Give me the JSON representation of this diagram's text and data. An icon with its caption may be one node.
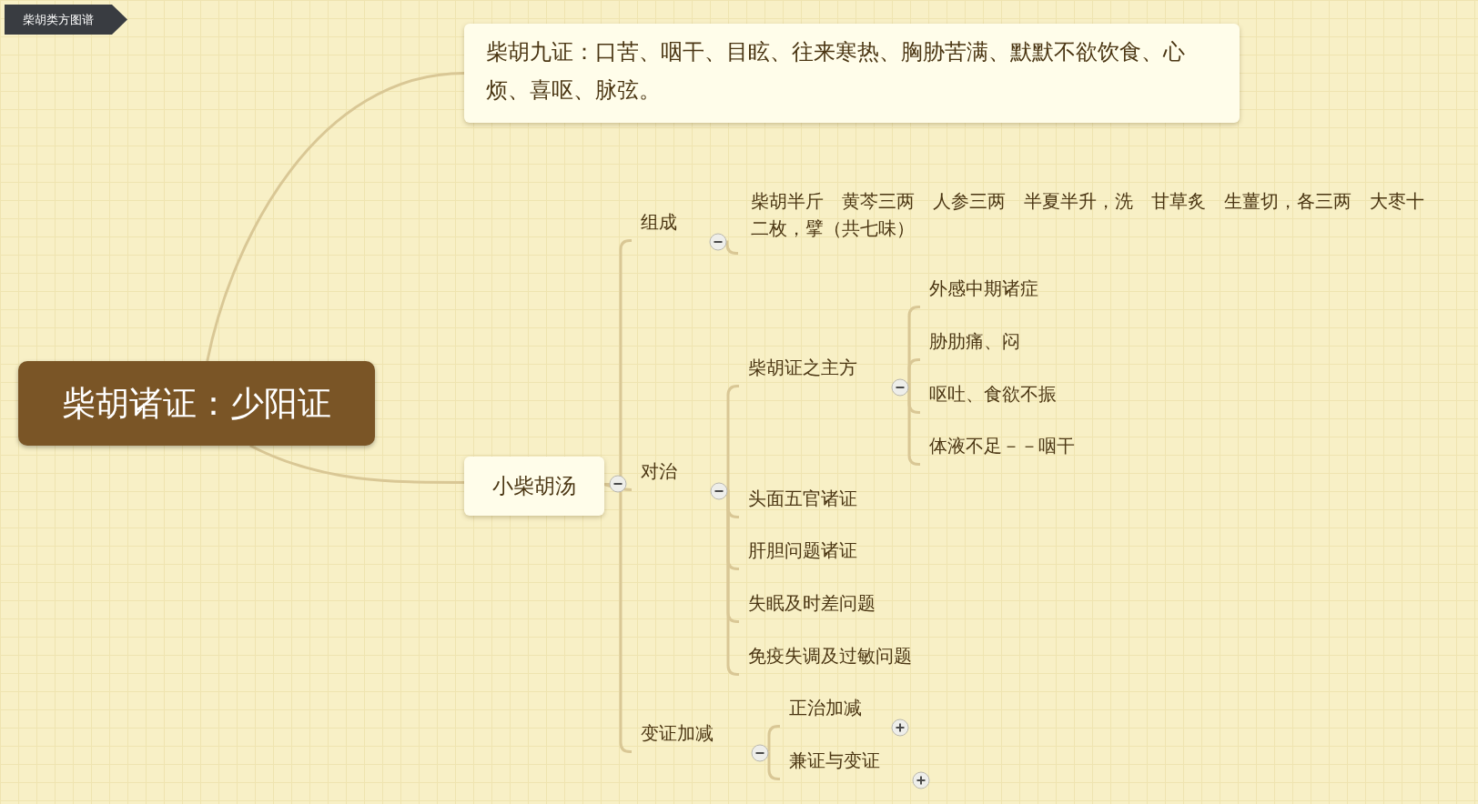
{
  "diagram": {
    "title": "柴胡类方图谱",
    "nodes": [
      {
        "text": [
          "柴胡诸证：少阳证"
        ]
      },
      {
        "text": [
          "柴胡九证：口苦、咽干、目眩、往来寒热、胸胁苦满、默默不欲饮食、心烦、喜呕、脉弦。"
        ]
      },
      {
        "text": [
          "小柴胡汤"
        ]
      },
      {
        "text": [
          "组成"
        ]
      },
      {
        "text": [
          "柴胡半斤　黄芩三两　人参三两　半夏半升，洗　甘草炙　生薑切，各三两　大枣十二枚，擘（共七味）"
        ]
      },
      {
        "text": [
          "对治"
        ]
      },
      {
        "text": [
          "柴胡证之主方"
        ]
      },
      {
        "text": [
          "外感中期诸症"
        ]
      },
      {
        "text": [
          "胁肋痛、闷"
        ]
      },
      {
        "text": [
          "呕吐、食欲不振"
        ]
      },
      {
        "text": [
          "体液不足－－咽干"
        ]
      },
      {
        "text": [
          "头面五官诸证"
        ]
      },
      {
        "text": [
          "肝胆问题诸证"
        ]
      },
      {
        "text": [
          "失眠及时差问题"
        ]
      },
      {
        "text": [
          "免疫失调及过敏问题"
        ]
      },
      {
        "text": [
          "变证加减"
        ]
      },
      {
        "text": [
          "正治加减"
        ]
      },
      {
        "text": [
          "兼证与变证"
        ]
      }
    ],
    "edges": [
      {
        "from": 0,
        "to": 1,
        "arrow": "none"
      },
      {
        "from": 0,
        "to": 2,
        "arrow": "none"
      },
      {
        "from": 2,
        "to": 3,
        "arrow": "none"
      },
      {
        "from": 3,
        "to": 4,
        "arrow": "none"
      },
      {
        "from": 2,
        "to": 5,
        "arrow": "none"
      },
      {
        "from": 5,
        "to": 6,
        "arrow": "none"
      },
      {
        "from": 6,
        "to": 7,
        "arrow": "none"
      },
      {
        "from": 6,
        "to": 8,
        "arrow": "none"
      },
      {
        "from": 6,
        "to": 9,
        "arrow": "none"
      },
      {
        "from": 6,
        "to": 10,
        "arrow": "none"
      },
      {
        "from": 5,
        "to": 11,
        "arrow": "none"
      },
      {
        "from": 5,
        "to": 12,
        "arrow": "none"
      },
      {
        "from": 5,
        "to": 13,
        "arrow": "none"
      },
      {
        "from": 5,
        "to": 14,
        "arrow": "none"
      },
      {
        "from": 2,
        "to": 15,
        "arrow": "none"
      },
      {
        "from": 15,
        "to": 16,
        "arrow": "none"
      },
      {
        "from": 15,
        "to": 17,
        "arrow": "none"
      }
    ]
  }
}
